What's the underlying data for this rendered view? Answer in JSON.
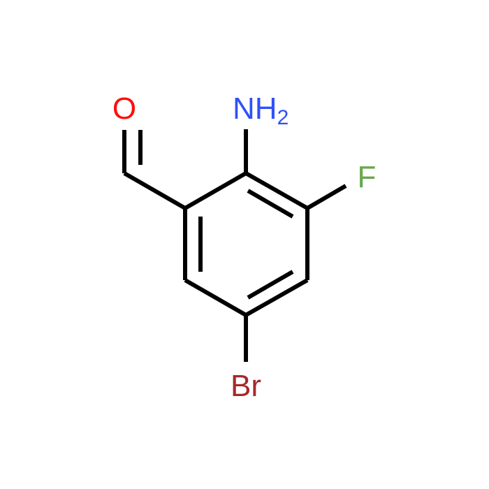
{
  "molecule": {
    "atoms": {
      "oxygen": {
        "symbol": "O",
        "color": "#ff0d0d"
      },
      "amine": {
        "symbol": "NH",
        "subscript": "2",
        "color": "#3050f8"
      },
      "fluorine": {
        "symbol": "F",
        "color": "#6aa84f"
      },
      "bromine": {
        "symbol": "Br",
        "color": "#a62929"
      }
    },
    "bond_color": "#000000"
  }
}
